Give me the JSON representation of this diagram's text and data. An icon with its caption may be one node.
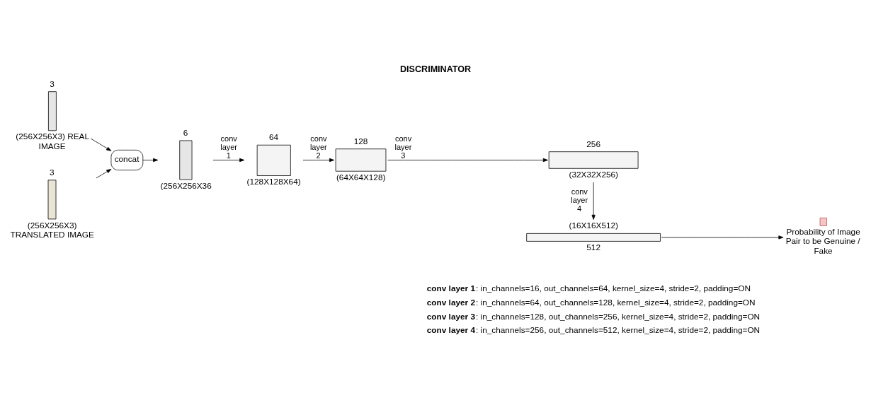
{
  "diagram": {
    "title": "DISCRIMINATOR",
    "nodes": [
      {
        "text": [],
        "shape": "box",
        "beside": [
          "3",
          "(256X256X3) REAL IMAGE"
        ]
      },
      {
        "text": [],
        "shape": "box",
        "beside": [
          "3",
          "(256X256X3) TRANSLATED IMAGE"
        ]
      },
      {
        "text": [
          "concat"
        ]
      },
      {
        "text": [],
        "shape": "box",
        "beside": [
          "6",
          "(256X256X36"
        ]
      },
      {
        "text": [],
        "shape": "box",
        "beside": [
          "64",
          "(128X128X64)"
        ]
      },
      {
        "text": [],
        "shape": "box",
        "beside": [
          "128",
          "(64X64X128)"
        ]
      },
      {
        "text": [],
        "shape": "box",
        "beside": [
          "256",
          "(32X32X256)"
        ]
      },
      {
        "text": [],
        "shape": "box",
        "beside": [
          "(16X16X512)",
          "512"
        ]
      },
      {
        "text": [],
        "shape": "box",
        "beside": [
          "Probability of Image Pair to be Genuine / Fake"
        ]
      }
    ],
    "edges": [
      {
        "from": 0,
        "to": 2,
        "arrow": "to"
      },
      {
        "from": 1,
        "to": 2,
        "arrow": "to"
      },
      {
        "from": 2,
        "to": 3,
        "arrow": "to"
      },
      {
        "from": 3,
        "to": 4,
        "arrow": "to",
        "label": "conv layer 1"
      },
      {
        "from": 4,
        "to": 5,
        "arrow": "to",
        "label": "conv layer 2"
      },
      {
        "from": 5,
        "to": 6,
        "arrow": "to",
        "label": "conv layer 3"
      },
      {
        "from": 6,
        "to": 7,
        "arrow": "to",
        "label": "conv layer 4"
      },
      {
        "from": 7,
        "to": 8,
        "arrow": "to"
      }
    ],
    "labels": [
      "**conv layer 1**: in_channels=16, out_channels=64, kernel_size=4, stride=2, padding=ON",
      "**conv layer 2**: in_channels=64, out_channels=128, kernel_size=4, stride=2, padding=ON",
      "**conv layer 3**: in_channels=128, out_channels=256, kernel_size=4, stride=2, padding=ON",
      "**conv layer 4**: in_channels=256, out_channels=512, kernel_size=4, stride=2, padding=ON"
    ]
  }
}
